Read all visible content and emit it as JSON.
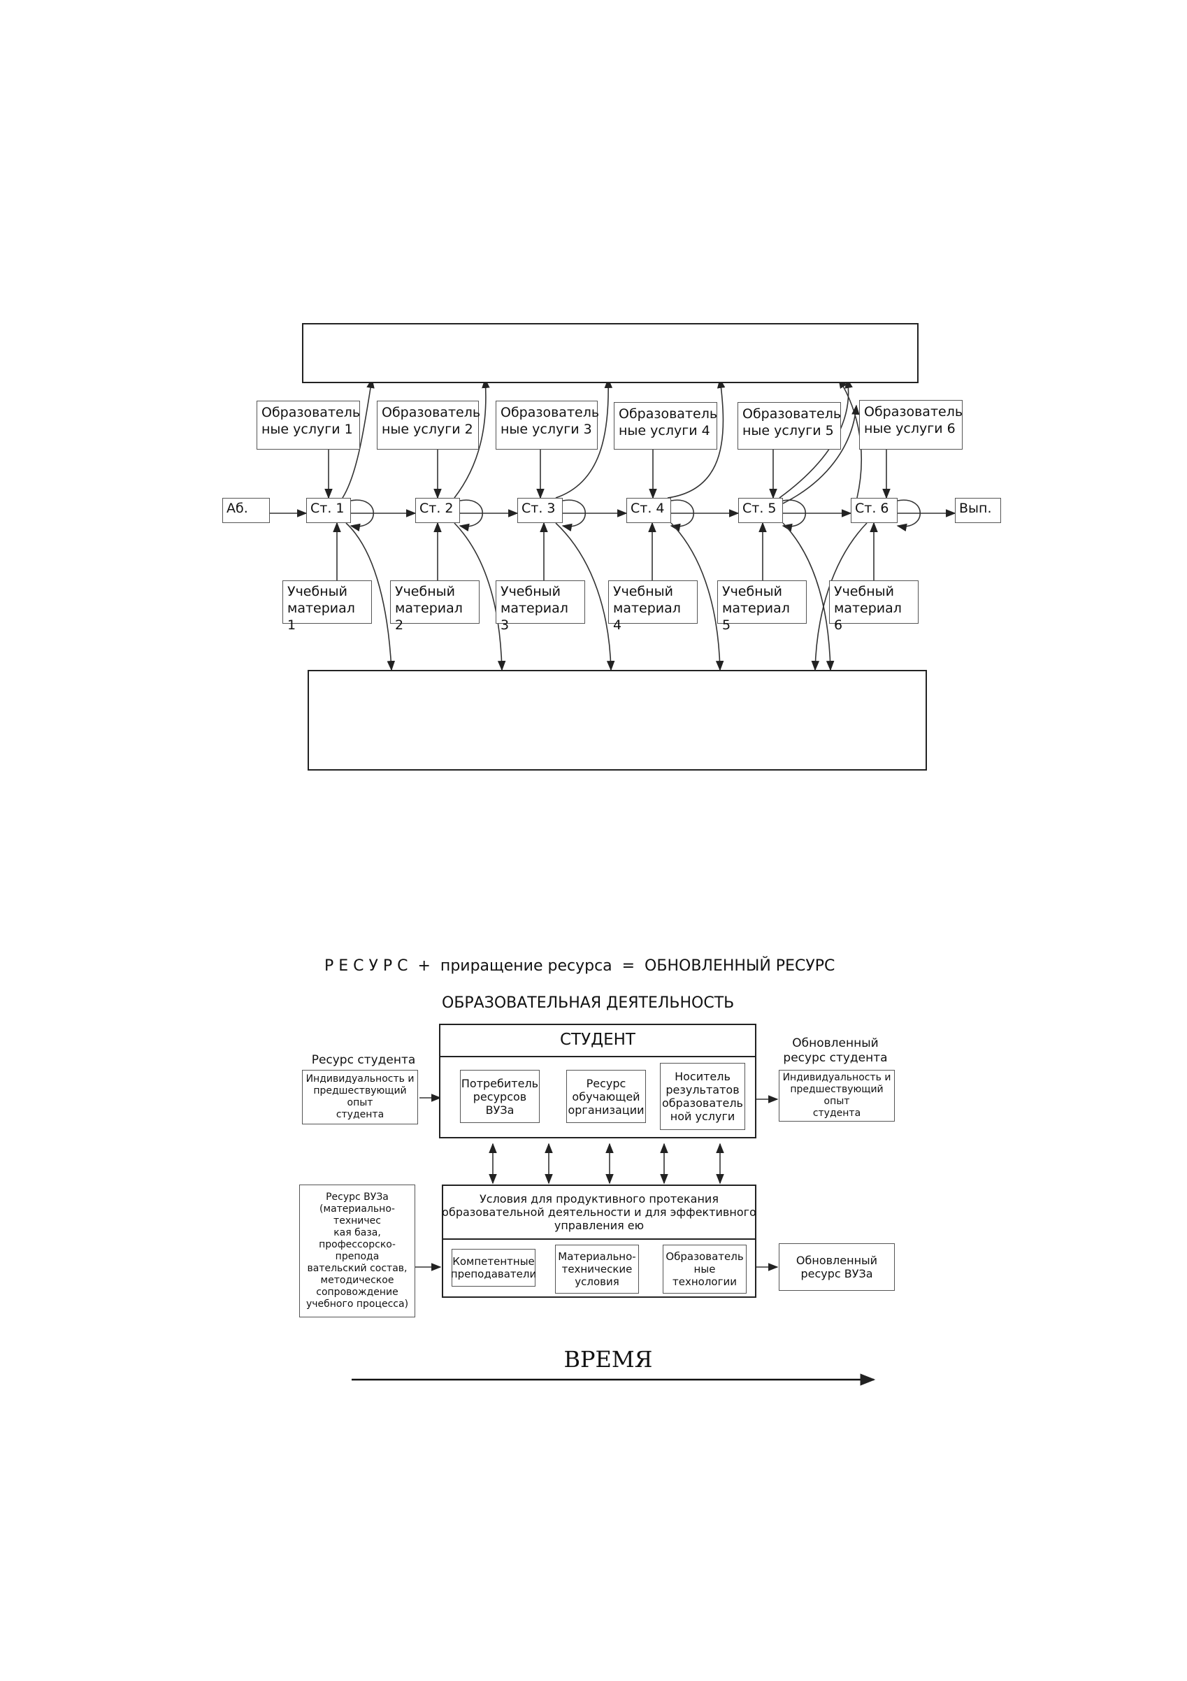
{
  "top_flow": {
    "input_label": "Аб.",
    "output_label": "Вып.",
    "services": [
      "Образователь\nные услуги 1",
      "Образователь\nные услуги 2",
      "Образователь\nные услуги 3",
      "Образователь\nные услуги 4",
      "Образователь\nные услуги 5",
      "Образователь\nные услуги 6"
    ],
    "stages": [
      "Ст. 1",
      "Ст. 2",
      "Ст. 3",
      "Ст. 4",
      "Ст. 5",
      "Ст. 6"
    ],
    "materials": [
      "Учебный\nматериал 1",
      "Учебный\nматериал 2",
      "Учебный\nматериал 3",
      "Учебный\nматериал 4",
      "Учебный\nматериал 5",
      "Учебный\nматериал 6"
    ]
  },
  "bottom": {
    "formula": "Р Е С У Р С  +  приращение ресурса  =  ОБНОВЛЕННЫЙ РЕСУРС",
    "activity_title": "ОБРАЗОВАТЕЛЬНАЯ ДЕЯТЕЛЬНОСТЬ",
    "student": {
      "title": "СТУДЕНТ",
      "roles": [
        "Потребитель\nресурсов\nВУЗа",
        "Ресурс\nобучающей\nорганизации",
        "Носитель\nрезультатов\nобразователь\nной услуги"
      ]
    },
    "student_resource": {
      "label": "Ресурс студента",
      "content": "Индивидуальность и\nпредшествующий опыт\nстудента"
    },
    "updated_student_resource": {
      "label": "Обновленный\nресурс студента",
      "content": "Индивидуальность и\nпредшествующий опыт\nстудента"
    },
    "conditions": {
      "title": "Условия для продуктивного протекания\nобразовательной деятельности и для эффективного\nуправления ею",
      "items": [
        "Компетентные\nпреподаватели",
        "Материально-\nтехнические\nусловия",
        "Образователь\nные\nтехнологии"
      ]
    },
    "university_resource": "Ресурс ВУЗа\n(материально-техничес\nкая база,\nпрофессорско-препода\nвательский состав,\nметодическое\nсопровождение\nучебного процесса)",
    "updated_university_resource": "Обновленный\nресурс ВУЗа",
    "time_label": "ВРЕМЯ"
  }
}
